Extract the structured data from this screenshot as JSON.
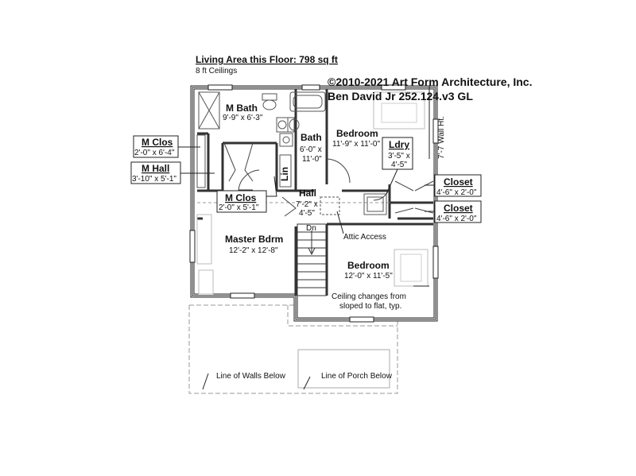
{
  "header": {
    "living_area": "Living Area this Floor: 798 sq ft",
    "ceilings": "8 ft Ceilings"
  },
  "copyright": {
    "line1": "©2010-2021 Art Form Architecture, Inc.",
    "line2": "Ben David Jr 252.124.v3 GL"
  },
  "rooms": {
    "m_bath": {
      "name": "M Bath",
      "dim": "9'-9\" x 6'-3\""
    },
    "bath": {
      "name": "Bath",
      "dim1": "6'-0\" x",
      "dim2": "11'-0\""
    },
    "bedroom_top": {
      "name": "Bedroom",
      "dim": "11'-9\" x 11'-0\""
    },
    "ldry": {
      "name": "Ldry",
      "dim1": "3'-5\" x",
      "dim2": "4'-5\""
    },
    "m_clos_left": {
      "name": "M Clos",
      "dim": "2'-0\" x 6'-4\""
    },
    "m_hall": {
      "name": "M Hall",
      "dim": "3'-10\" x 5'-1\""
    },
    "m_clos_center": {
      "name": "M Clos",
      "dim": "2'-0\" x 5'-1\""
    },
    "hall": {
      "name": "Hall",
      "dim1": "7'-2\" x",
      "dim2": "4'-5\""
    },
    "closet_1": {
      "name": "Closet",
      "dim": "4'-6\" x 2'-0\""
    },
    "closet_2": {
      "name": "Closet",
      "dim": "4'-6\" x 2'-0\""
    },
    "master_bdrm": {
      "name": "Master Bdrm",
      "dim": "12'-2\" x 12'-8\""
    },
    "bedroom_bottom": {
      "name": "Bedroom",
      "dim": "12'-0\" x 11'-5\""
    }
  },
  "labels": {
    "lin": "Lin",
    "dn": "Dn",
    "attic_access": "Attic Access",
    "wall_height": "7'-7 Wall Ht.",
    "ceiling_note1": "Ceiling changes from",
    "ceiling_note2": "sloped to flat, typ.",
    "walls_below": "Line of Walls Below",
    "porch_below": "Line of Porch Below"
  }
}
